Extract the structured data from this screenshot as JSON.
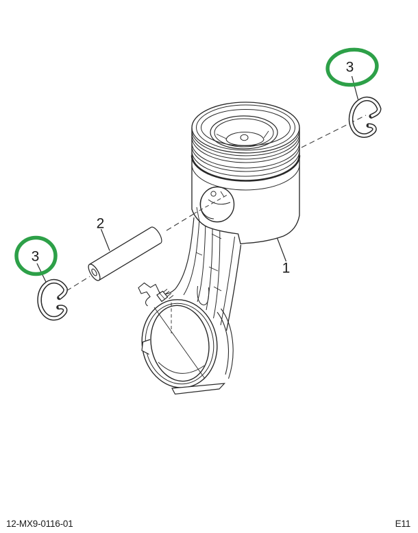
{
  "page": {
    "background": "#ffffff",
    "line_color": "#282828"
  },
  "figure": {
    "type": "exploded-parts-diagram",
    "subject": "piston and connecting rod assembly",
    "highlight_color": "#2da048",
    "callouts": {
      "piston": {
        "label": "1"
      },
      "piston_pin": {
        "label": "2"
      },
      "retaining_ring_left": {
        "label": "3",
        "highlighted": true
      },
      "retaining_ring_right": {
        "label": "3",
        "highlighted": true
      }
    }
  },
  "footer": {
    "drawing_number": "12-MX9-0116-01",
    "sheet_code": "E11"
  }
}
